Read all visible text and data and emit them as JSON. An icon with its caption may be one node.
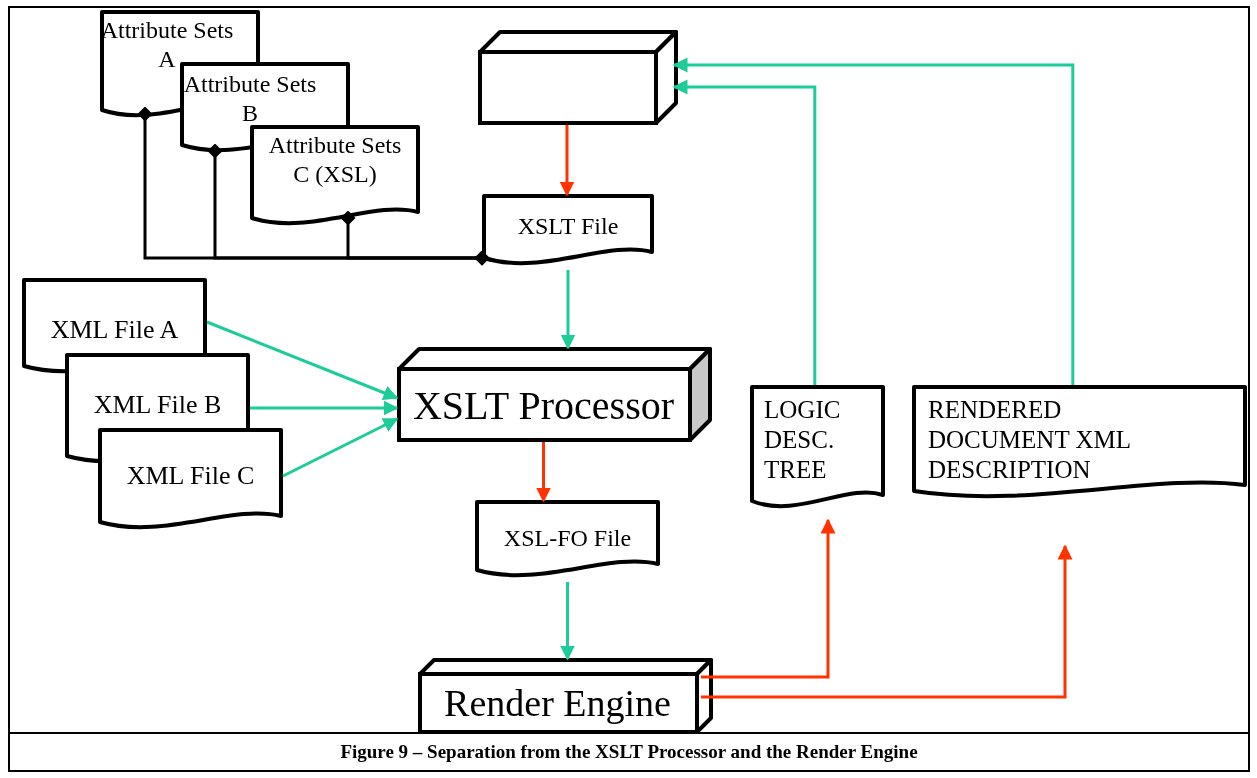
{
  "diagram": {
    "caption": "Figure 9 – Separation from the XSLT Processor and the Render Engine",
    "nodes": [
      {
        "text": [
          "Attribute Sets A"
        ]
      },
      {
        "text": [
          "Attribute Sets B"
        ]
      },
      {
        "text": [
          "Attribute Sets C (XSL)"
        ]
      },
      {
        "text": [],
        "shape": "box"
      },
      {
        "text": [
          "XSLT File"
        ]
      },
      {
        "text": [
          "XML File A"
        ]
      },
      {
        "text": [
          "XML File B"
        ]
      },
      {
        "text": [
          "XML File C"
        ]
      },
      {
        "text": [
          "XSLT Processor"
        ]
      },
      {
        "text": [
          "XSL-FO File"
        ]
      },
      {
        "text": [
          "Render Engine"
        ]
      },
      {
        "text": [
          "LOGIC DESC. TREE"
        ]
      },
      {
        "text": [
          "RENDERED DOCUMENT XML DESCRIPTION"
        ]
      }
    ],
    "edges": [
      {
        "from": 0,
        "to": 4,
        "arrow": "other",
        "color": "#000000"
      },
      {
        "from": 1,
        "to": 4,
        "arrow": "other",
        "color": "#000000"
      },
      {
        "from": 2,
        "to": 4,
        "arrow": "other",
        "color": "#000000"
      },
      {
        "from": 3,
        "to": 4,
        "arrow": "to",
        "color": "#ff3300"
      },
      {
        "from": 4,
        "to": 8,
        "arrow": "to"
      },
      {
        "from": 5,
        "to": 8,
        "arrow": "to"
      },
      {
        "from": 6,
        "to": 8,
        "arrow": "to"
      },
      {
        "from": 7,
        "to": 8,
        "arrow": "to"
      },
      {
        "from": 8,
        "to": 9,
        "arrow": "to",
        "color": "#ff3300"
      },
      {
        "from": 9,
        "to": 10,
        "arrow": "to"
      },
      {
        "from": 10,
        "to": 11,
        "arrow": "to",
        "color": "#ff3300"
      },
      {
        "from": 10,
        "to": 12,
        "arrow": "to",
        "color": "#ff3300"
      },
      {
        "from": 11,
        "to": 3,
        "arrow": "to"
      },
      {
        "from": 12,
        "to": 3,
        "arrow": "to"
      }
    ]
  }
}
